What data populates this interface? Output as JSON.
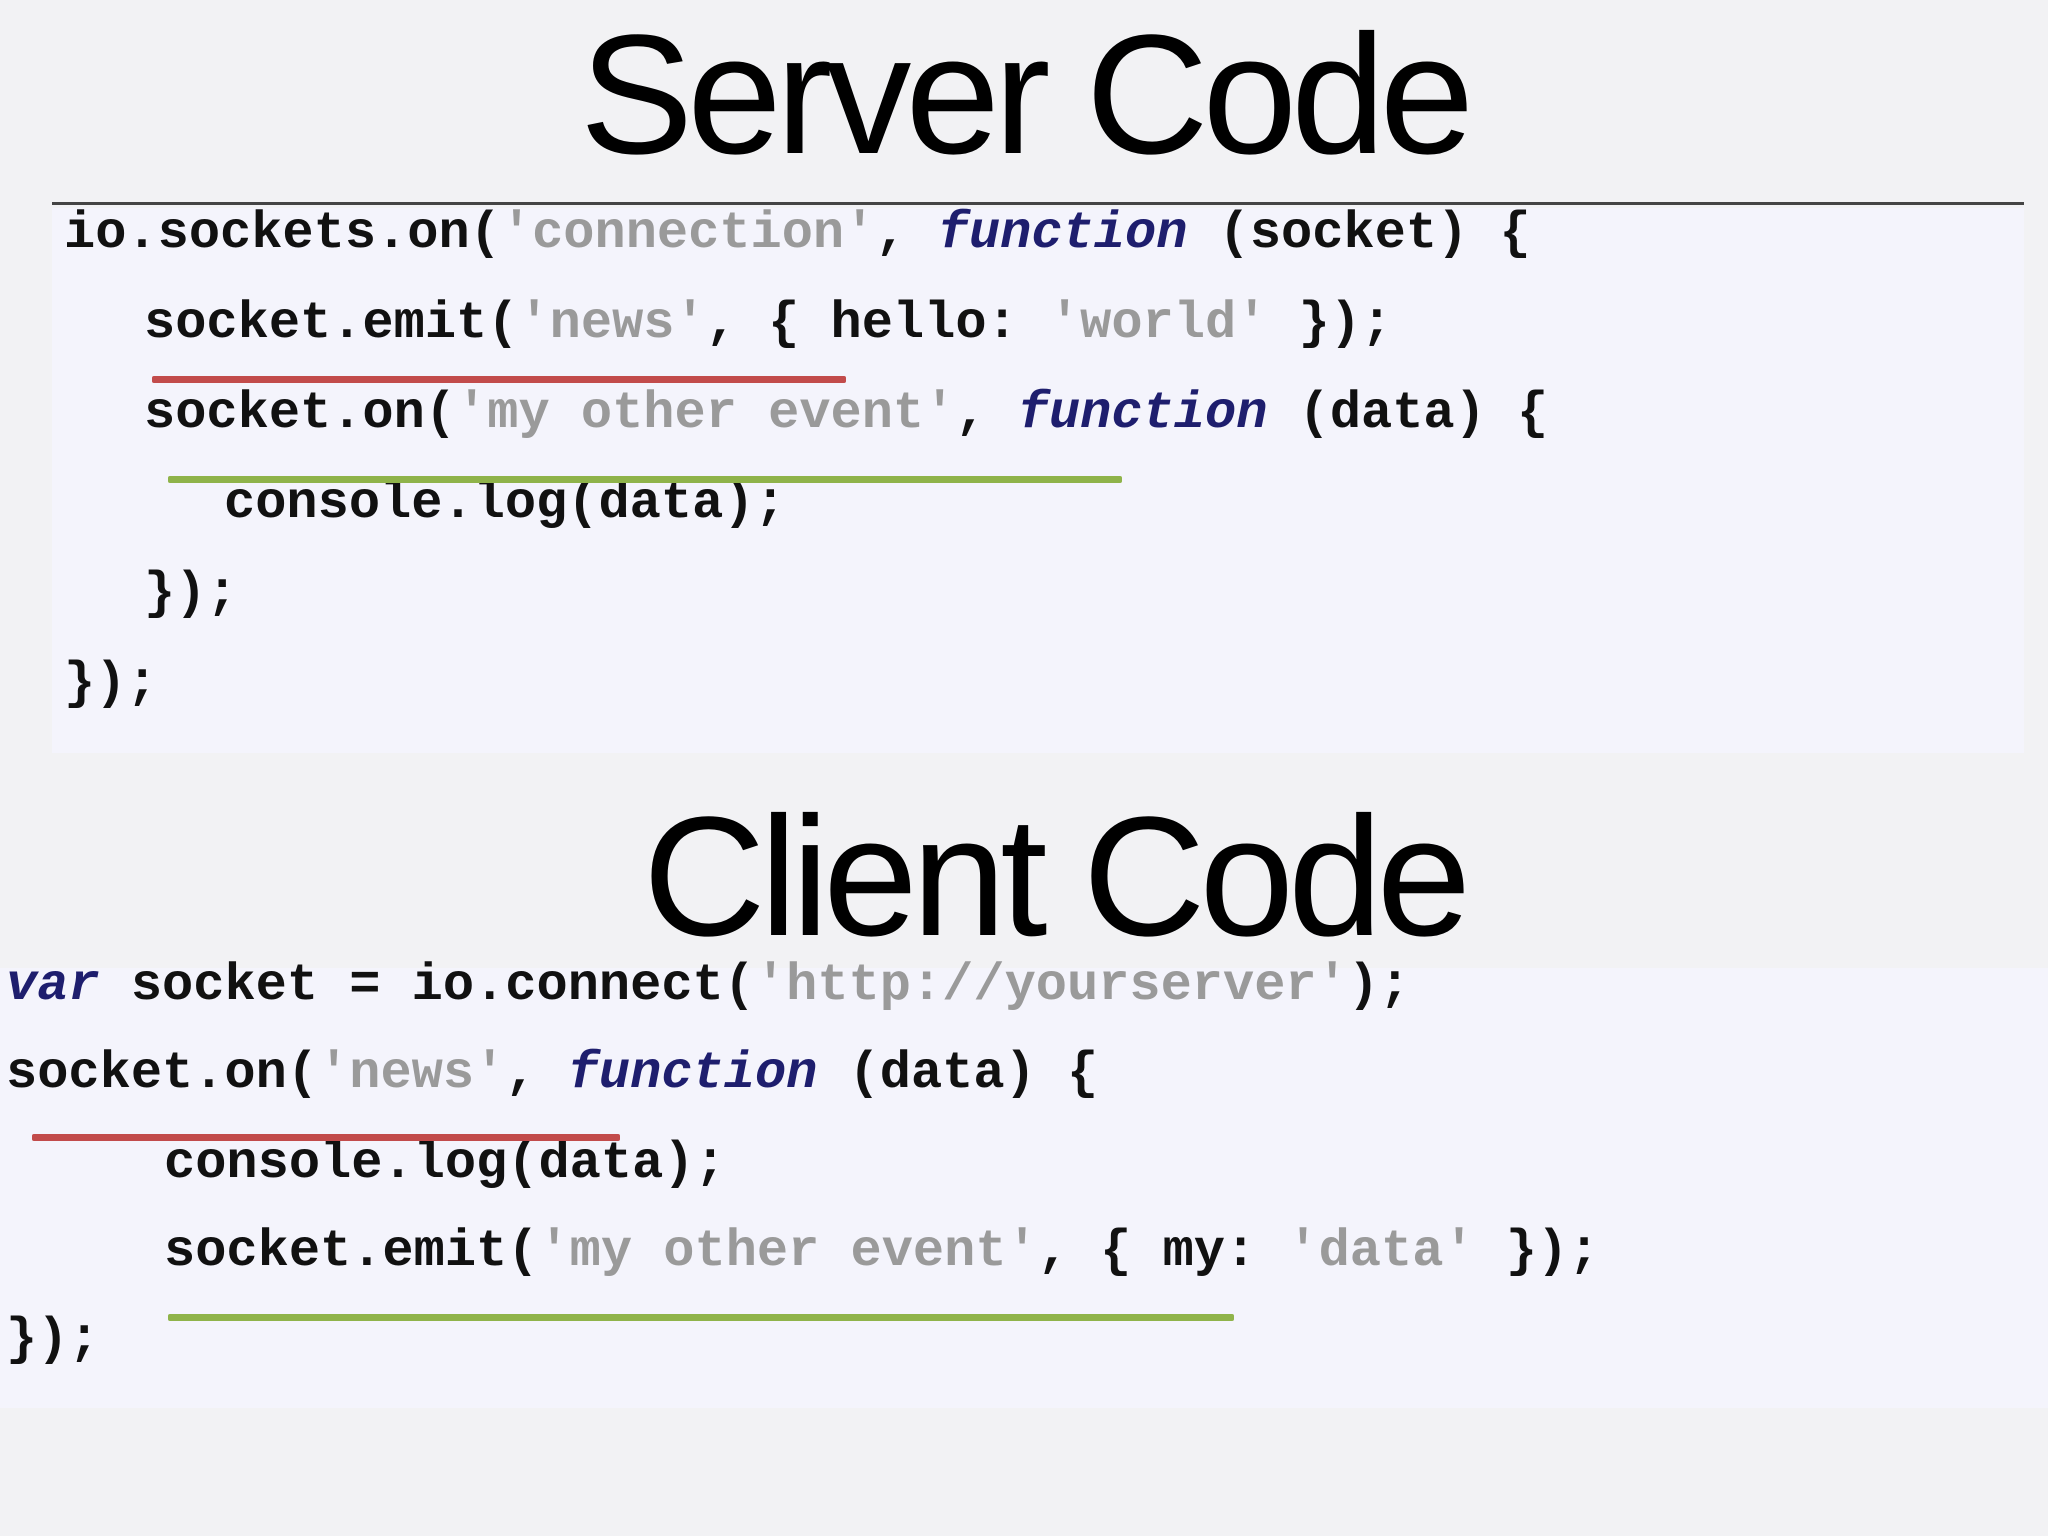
{
  "server": {
    "title": "Server Code",
    "lines": [
      {
        "parts": [
          "io.sockets.on(",
          "'connection'",
          ", ",
          "function",
          " (socket) {"
        ]
      },
      {
        "parts": [
          "socket.emit(",
          "'news'",
          ", { hello: ",
          "'world'",
          " });"
        ]
      },
      {
        "parts": [
          "socket.on(",
          "'my other event'",
          ", ",
          "function",
          " (data) {"
        ]
      },
      {
        "parts": [
          "console.log(data);"
        ]
      },
      {
        "parts": [
          "});"
        ]
      },
      {
        "parts": [
          "});"
        ]
      }
    ]
  },
  "client": {
    "title": "Client Code",
    "lines": [
      {
        "parts": [
          "var",
          " socket = io.connect(",
          "'http://yourserver'",
          ");"
        ]
      },
      {
        "parts": [
          "socket.on(",
          "'news'",
          ", ",
          "function",
          " (data) {"
        ]
      },
      {
        "parts": [
          "console.log(data);"
        ]
      },
      {
        "parts": [
          "socket.emit(",
          "'my other event'",
          ", { my: ",
          "'data'",
          " });"
        ]
      },
      {
        "parts": [
          "});"
        ]
      }
    ]
  },
  "colors": {
    "emit_on_news_underline": "#c24b4b",
    "my_other_event_underline": "#8fb34a",
    "keyword": "#1e1e6e",
    "string": "#9a9a9a"
  }
}
